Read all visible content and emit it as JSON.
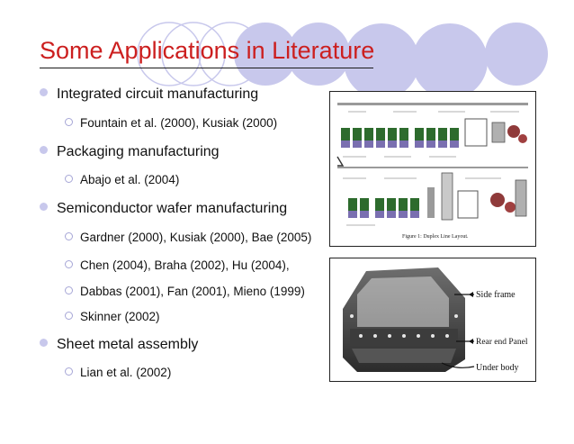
{
  "slide": {
    "title": "Some Applications in Literature",
    "bullets": [
      {
        "text": "Integrated circuit manufacturing",
        "sub": [
          "Fountain et al. (2000), Kusiak (2000)"
        ]
      },
      {
        "text": "Packaging manufacturing",
        "sub": [
          "Abajo et al. (2004)"
        ]
      },
      {
        "text": "Semiconductor wafer manufacturing",
        "sub": [
          "Gardner (2000), Kusiak (2000), Bae (2005)",
          "Chen (2004), Braha (2002), Hu (2004),",
          "Dabbas (2001), Fan (2001), Mieno (1999)",
          "Skinner (2002)"
        ]
      },
      {
        "text": "Sheet metal assembly",
        "sub": [
          "Lian et al. (2002)"
        ]
      }
    ]
  },
  "figure_top": {
    "caption": "Figure 1: Duplex Line Layout."
  },
  "figure_bottom": {
    "labels": {
      "side_frame": "Side frame",
      "rear_end_panel": "Rear end Panel",
      "under_body": "Under body"
    }
  },
  "theme": {
    "title_color": "#cc1f1f",
    "circle_color": "#c8c8ec"
  }
}
